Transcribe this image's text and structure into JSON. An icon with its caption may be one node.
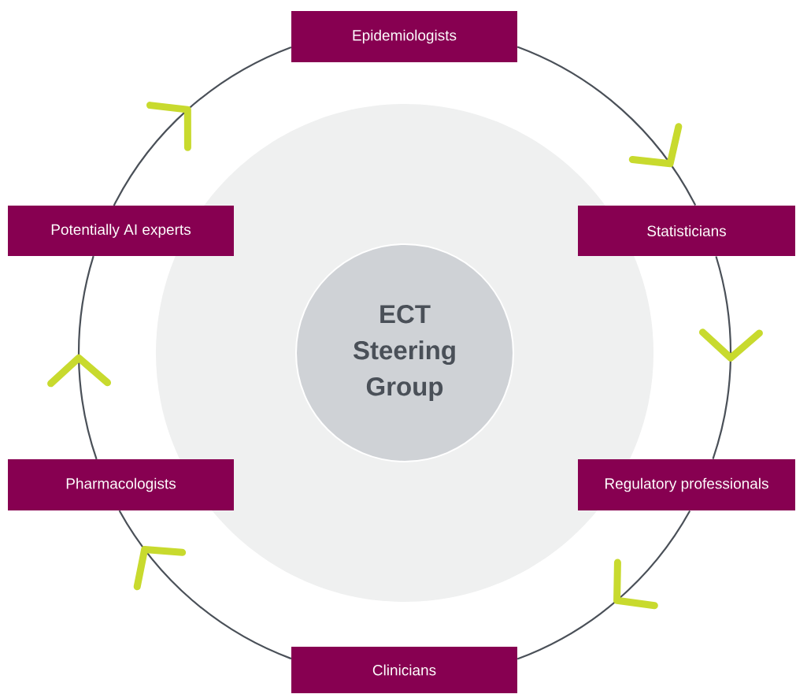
{
  "diagram": {
    "nodes": [
      {
        "text": [
          "Epidemiologists"
        ]
      },
      {
        "text": [
          "Potentially AI experts"
        ]
      },
      {
        "text": [
          "Statisticians"
        ]
      },
      {
        "text": [
          "ECT Steering Group"
        ]
      },
      {
        "text": [
          "Pharmacologists"
        ]
      },
      {
        "text": [
          "Regulatory professionals"
        ]
      },
      {
        "text": [
          "Clinicians"
        ]
      }
    ],
    "edges": [
      {
        "from": 0,
        "to": 2,
        "arrow": "to"
      },
      {
        "from": 2,
        "to": 5,
        "arrow": "to"
      },
      {
        "from": 5,
        "to": 6,
        "arrow": "to"
      },
      {
        "from": 6,
        "to": 4,
        "arrow": "to"
      },
      {
        "from": 4,
        "to": 1,
        "arrow": "to"
      },
      {
        "from": 1,
        "to": 0,
        "arrow": "to"
      }
    ]
  }
}
